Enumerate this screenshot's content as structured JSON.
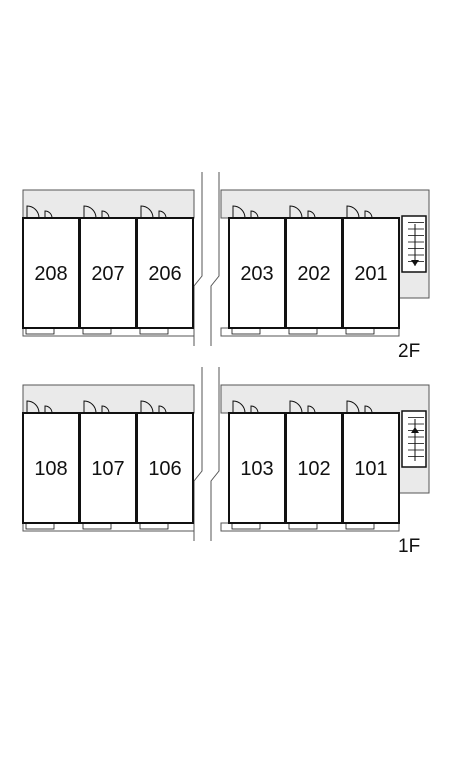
{
  "floors": [
    {
      "label": "2F",
      "units": [
        {
          "number": "208"
        },
        {
          "number": "207"
        },
        {
          "number": "206"
        },
        {
          "number": "203"
        },
        {
          "number": "202"
        },
        {
          "number": "201"
        }
      ],
      "stair_direction": "down"
    },
    {
      "label": "1F",
      "units": [
        {
          "number": "108"
        },
        {
          "number": "107"
        },
        {
          "number": "106"
        },
        {
          "number": "103"
        },
        {
          "number": "102"
        },
        {
          "number": "101"
        }
      ],
      "stair_direction": "up"
    }
  ],
  "colors": {
    "walkway": "#eaeaea",
    "wall": "#111111",
    "thin_line": "#555555",
    "background": "#ffffff"
  }
}
